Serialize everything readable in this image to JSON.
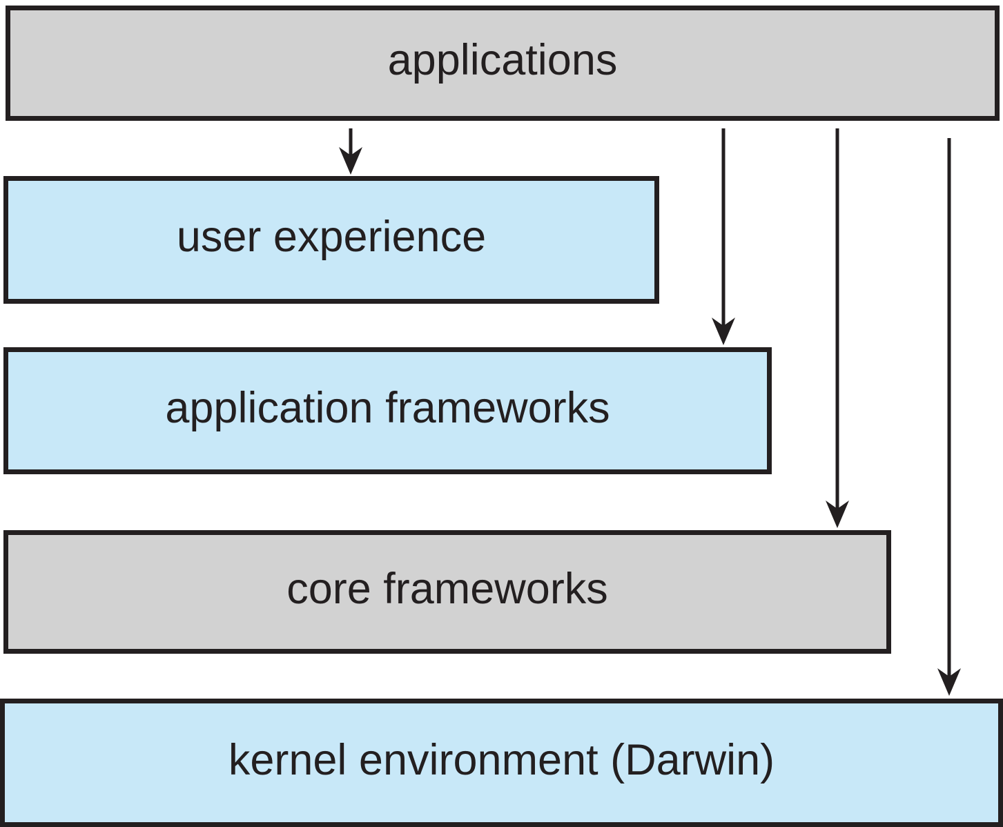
{
  "diagram": {
    "name": "layered-system-architecture",
    "layers": [
      {
        "id": "applications",
        "label": "applications",
        "variant": "gray"
      },
      {
        "id": "user-experience",
        "label": "user experience",
        "variant": "blue"
      },
      {
        "id": "application-frameworks",
        "label": "application frameworks",
        "variant": "blue"
      },
      {
        "id": "core-frameworks",
        "label": "core frameworks",
        "variant": "gray"
      },
      {
        "id": "kernel-environment",
        "label": "kernel environment (Darwin)",
        "variant": "blue"
      }
    ],
    "arrows": [
      {
        "from": "applications",
        "to": "user-experience"
      },
      {
        "from": "applications",
        "to": "application-frameworks"
      },
      {
        "from": "applications",
        "to": "core-frameworks"
      },
      {
        "from": "applications",
        "to": "kernel-environment"
      }
    ],
    "colors": {
      "gray_fill": "#d2d2d2",
      "blue_fill": "#c8e8f8",
      "outline": "#231f20",
      "background": "#ffffff"
    }
  }
}
